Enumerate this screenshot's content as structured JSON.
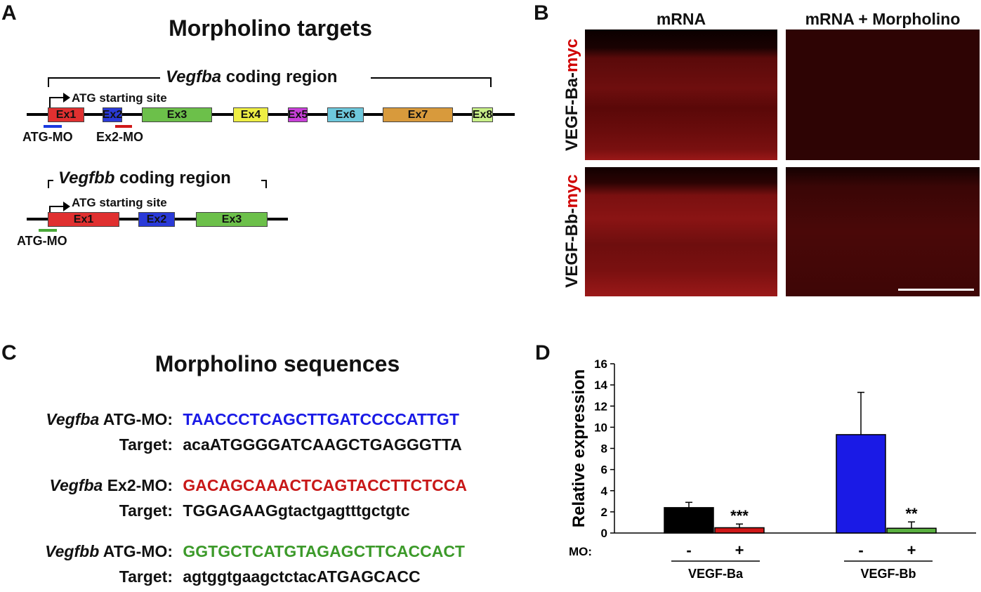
{
  "panel_a": {
    "letter": "A",
    "title": "Morpholino targets",
    "vegfba": {
      "gene": "Vegfba",
      "region_suffix": "coding region",
      "atg_site": "ATG starting site",
      "exons": [
        "Ex1",
        "Ex2",
        "Ex3",
        "Ex4",
        "Ex5",
        "Ex6",
        "Ex7",
        "Ex8"
      ],
      "mo_labels": [
        "ATG-MO",
        "Ex2-MO"
      ]
    },
    "vegfbb": {
      "gene": "Vegfbb",
      "region_suffix": "coding region",
      "atg_site": "ATG starting site",
      "exons": [
        "Ex1",
        "Ex2",
        "Ex3"
      ],
      "mo_labels": [
        "ATG-MO"
      ]
    },
    "colors": {
      "ex1": "#e03030",
      "ex2": "#2a3ad8",
      "ex3": "#6cc04a",
      "ex4": "#eeee44",
      "ex5": "#c840d8",
      "ex6": "#6ec8dc",
      "ex7": "#d89a3c",
      "ex8": "#c8f088",
      "atg_mo_a": "#1a3ae0",
      "ex2_mo": "#d01818",
      "atg_mo_b": "#4aa838"
    }
  },
  "panel_b": {
    "letter": "B",
    "columns": [
      "mRNA",
      "mRNA + Morpholino"
    ],
    "rows": [
      {
        "prefix": "VEGF-Ba-",
        "suffix": "myc"
      },
      {
        "prefix": "VEGF-Bb-",
        "suffix": "myc"
      }
    ],
    "suffix_color": "#d00000"
  },
  "panel_c": {
    "letter": "C",
    "title": "Morpholino sequences",
    "entries": [
      {
        "gene": "Vegfba",
        "mo": " ATG-MO:",
        "mo_seq": "TAACCCTCAGCTTGATCCCCATTGT",
        "mo_color": "#1a1ae6",
        "target_label": "Target:",
        "target_seq": "acaATGGGGATCAAGCTGAGGGTTA"
      },
      {
        "gene": "Vegfba",
        "mo": " Ex2-MO:",
        "mo_seq": "GACAGCAAACTCAGTACCTTCTCCA",
        "mo_color": "#c81818",
        "target_label": "Target:",
        "target_seq": "TGGAGAAGgtactgagtttgctgtc"
      },
      {
        "gene": "Vegfbb",
        "mo": " ATG-MO:",
        "mo_seq": "GGTGCTCATGTAGAGCTTCACCACT",
        "mo_color": "#3c9a2a",
        "target_label": "Target:",
        "target_seq": "agtggtgaagctctacATGAGCACC"
      }
    ]
  },
  "panel_d": {
    "letter": "D",
    "mo_label": "MO:",
    "chart_data": {
      "type": "bar",
      "ylabel": "Relative expression",
      "ylim": [
        0,
        16
      ],
      "yticks": [
        0,
        2,
        4,
        6,
        8,
        10,
        12,
        14,
        16
      ],
      "groups": [
        "VEGF-Ba",
        "VEGF-Bb"
      ],
      "bars": [
        {
          "group": "VEGF-Ba",
          "mo": "-",
          "value": 2.4,
          "error": 0.5,
          "color": "#000000",
          "sig": ""
        },
        {
          "group": "VEGF-Ba",
          "mo": "+",
          "value": 0.5,
          "error": 0.35,
          "color": "#d01818",
          "sig": "***"
        },
        {
          "group": "VEGF-Bb",
          "mo": "-",
          "value": 9.3,
          "error": 4.0,
          "color": "#1a1ae6",
          "sig": ""
        },
        {
          "group": "VEGF-Bb",
          "mo": "+",
          "value": 0.45,
          "error": 0.6,
          "color": "#5ab040",
          "sig": "**"
        }
      ]
    }
  }
}
